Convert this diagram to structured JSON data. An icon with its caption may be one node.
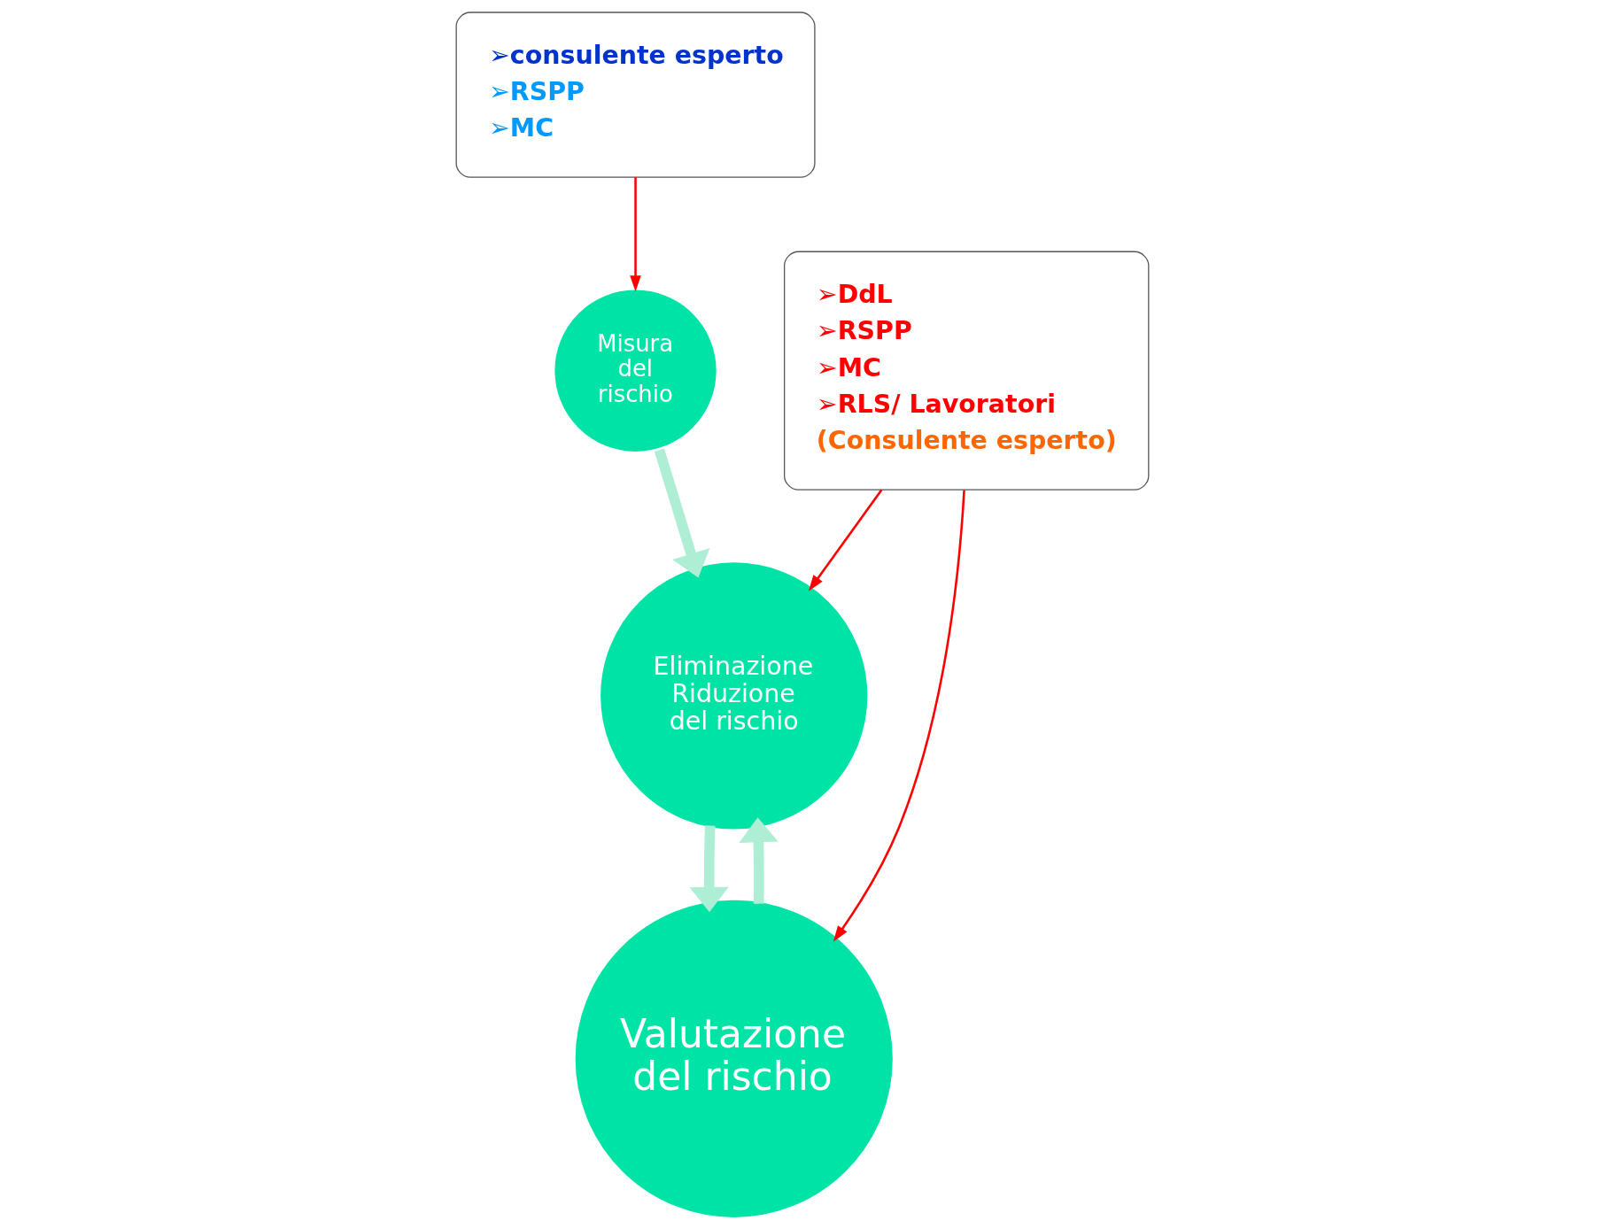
{
  "diagram": {
    "nodes": [
      {
        "text": [
          "Eliminazione Riduzione del rischio"
        ]
      },
      {
        "text": [
          "Valutazione del rischio"
        ]
      },
      {
        "text": [
          "Misura del rischio"
        ]
      },
      {
        "text": [
          "➢DdL",
          "➢RSPP",
          "➢MC",
          "➢RLS/ Lavoratori",
          "(Consulente esperto)"
        ]
      },
      {
        "text": [
          "➢consulente esperto",
          "➢RSPP",
          "➢MC"
        ]
      }
    ],
    "edges": [
      {
        "from": 0,
        "to": 1,
        "arrow": "to",
        "style": "thick",
        "color": "#aeeed5"
      },
      {
        "from": 1,
        "to": 0,
        "arrow": "to",
        "style": "thick",
        "color": "#aeeed5"
      },
      {
        "from": 2,
        "to": 0,
        "arrow": "to",
        "style": "thick",
        "color": "#aeeed5"
      },
      {
        "from": 3,
        "to": 0,
        "arrow": "to",
        "color": "#ff0000"
      },
      {
        "from": 3,
        "to": 1,
        "arrow": "to",
        "color": "#ff0000"
      },
      {
        "from": 4,
        "to": 2,
        "arrow": "to",
        "color": "#ff0000"
      }
    ]
  }
}
